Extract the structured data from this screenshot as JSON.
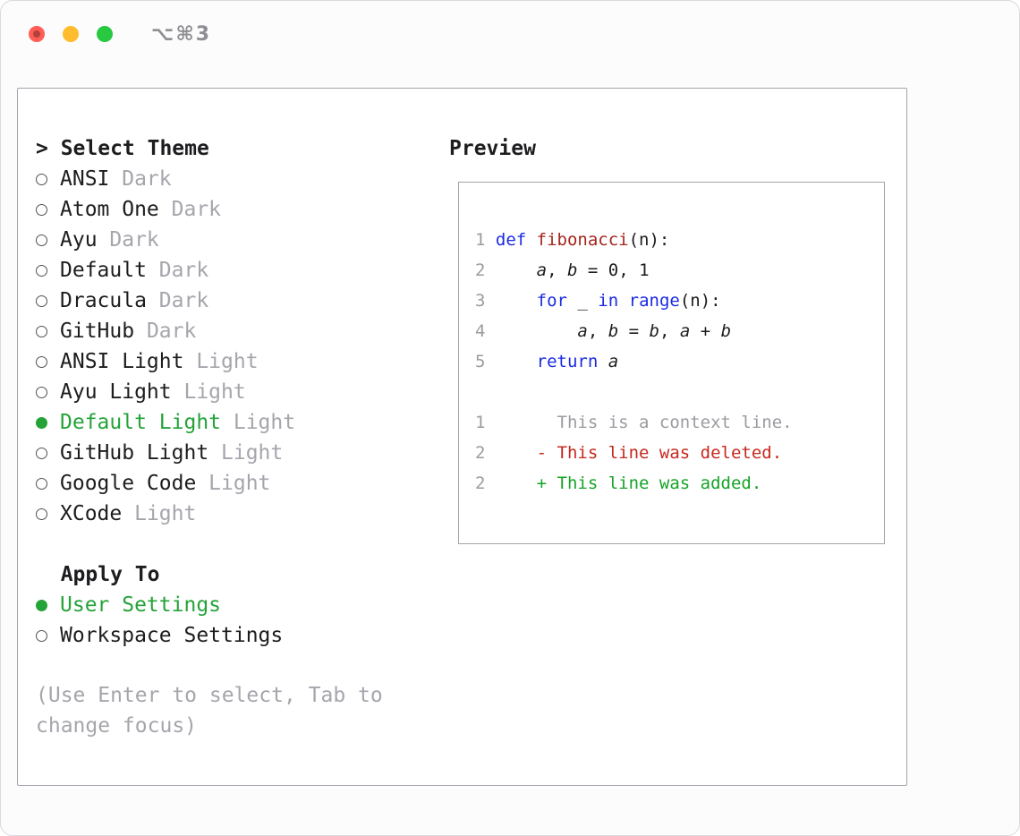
{
  "colors": {
    "accent-green": "#24a339",
    "keyword-blue": "#1a2be2",
    "function-red": "#a3261c",
    "diff-added": "#17a327",
    "diff-deleted": "#c6281e",
    "muted-gray": "#a5a5ac",
    "line-number-gray": "#9b9ba1"
  },
  "titlebar": {
    "shortcut": "⌥⌘3"
  },
  "theme_list": {
    "prompt": ">",
    "title": "Select Theme",
    "items": [
      {
        "name": "ANSI",
        "variant": "Dark",
        "selected": false
      },
      {
        "name": "Atom One",
        "variant": "Dark",
        "selected": false
      },
      {
        "name": "Ayu",
        "variant": "Dark",
        "selected": false
      },
      {
        "name": "Default",
        "variant": "Dark",
        "selected": false
      },
      {
        "name": "Dracula",
        "variant": "Dark",
        "selected": false
      },
      {
        "name": "GitHub",
        "variant": "Dark",
        "selected": false
      },
      {
        "name": "ANSI Light",
        "variant": "Light",
        "selected": false
      },
      {
        "name": "Ayu Light",
        "variant": "Light",
        "selected": false
      },
      {
        "name": "Default Light",
        "variant": "Light",
        "selected": true
      },
      {
        "name": "GitHub Light",
        "variant": "Light",
        "selected": false
      },
      {
        "name": "Google Code",
        "variant": "Light",
        "selected": false
      },
      {
        "name": "XCode",
        "variant": "Light",
        "selected": false
      }
    ]
  },
  "apply_to": {
    "title": "Apply To",
    "options": [
      {
        "label": "User Settings",
        "selected": true
      },
      {
        "label": "Workspace Settings",
        "selected": false
      }
    ]
  },
  "hint": "(Use Enter to select, Tab to change focus)",
  "preview": {
    "title": "Preview",
    "code_lines": [
      {
        "num": "1",
        "tokens": [
          {
            "text": "def",
            "style": "keyword"
          },
          {
            "text": " ",
            "style": "plain"
          },
          {
            "text": "fibonacci",
            "style": "function"
          },
          {
            "text": "(n):",
            "style": "plain"
          }
        ]
      },
      {
        "num": "2",
        "tokens": [
          {
            "text": "    ",
            "style": "plain"
          },
          {
            "text": "a",
            "style": "variable"
          },
          {
            "text": ", ",
            "style": "plain"
          },
          {
            "text": "b",
            "style": "variable"
          },
          {
            "text": " = 0, 1",
            "style": "plain"
          }
        ]
      },
      {
        "num": "3",
        "tokens": [
          {
            "text": "    ",
            "style": "plain"
          },
          {
            "text": "for",
            "style": "keyword"
          },
          {
            "text": " _ ",
            "style": "plain"
          },
          {
            "text": "in",
            "style": "keyword"
          },
          {
            "text": " ",
            "style": "plain"
          },
          {
            "text": "range",
            "style": "keyword"
          },
          {
            "text": "(n):",
            "style": "plain"
          }
        ]
      },
      {
        "num": "4",
        "tokens": [
          {
            "text": "        ",
            "style": "plain"
          },
          {
            "text": "a",
            "style": "variable"
          },
          {
            "text": ", ",
            "style": "plain"
          },
          {
            "text": "b",
            "style": "variable"
          },
          {
            "text": " = ",
            "style": "plain"
          },
          {
            "text": "b",
            "style": "variable"
          },
          {
            "text": ", ",
            "style": "plain"
          },
          {
            "text": "a",
            "style": "variable"
          },
          {
            "text": " + ",
            "style": "plain"
          },
          {
            "text": "b",
            "style": "variable"
          }
        ]
      },
      {
        "num": "5",
        "tokens": [
          {
            "text": "    ",
            "style": "plain"
          },
          {
            "text": "return",
            "style": "keyword"
          },
          {
            "text": " ",
            "style": "plain"
          },
          {
            "text": "a",
            "style": "variable"
          }
        ]
      }
    ],
    "diff_lines": [
      {
        "num": "1",
        "text": "      This is a context line.",
        "style": "context"
      },
      {
        "num": "2",
        "text": "    - This line was deleted.",
        "style": "deleted"
      },
      {
        "num": "2",
        "text": "    + This line was added.",
        "style": "added"
      }
    ]
  }
}
